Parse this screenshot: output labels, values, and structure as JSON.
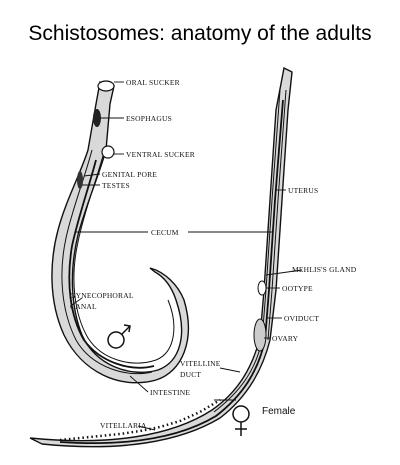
{
  "title": "Schistosomes: anatomy of the adults",
  "labels": {
    "oral_sucker": "ORAL SUCKER",
    "esophagus": "ESOPHAGUS",
    "ventral_sucker": "VENTRAL SUCKER",
    "genital_pore": "GENITAL PORE",
    "testes": "TESTES",
    "cecum": "CECUM",
    "gynecophoral_canal_1": "GYNECOPHORAL",
    "gynecophoral_canal_2": "CANAL",
    "intestine": "INTESTINE",
    "vitellaria": "VITELLARIA",
    "uterus": "UTERUS",
    "mehlis_gland": "MEHLIS'S GLAND",
    "ootype": "OOTYPE",
    "oviduct": "OVIDUCT",
    "ovary": "OVARY",
    "vitelline_duct_1": "VITELLINE",
    "vitelline_duct_2": "DUCT"
  },
  "sex_labels": {
    "female": "Female"
  },
  "symbols": {
    "male": "male-symbol",
    "female": "female-symbol"
  }
}
